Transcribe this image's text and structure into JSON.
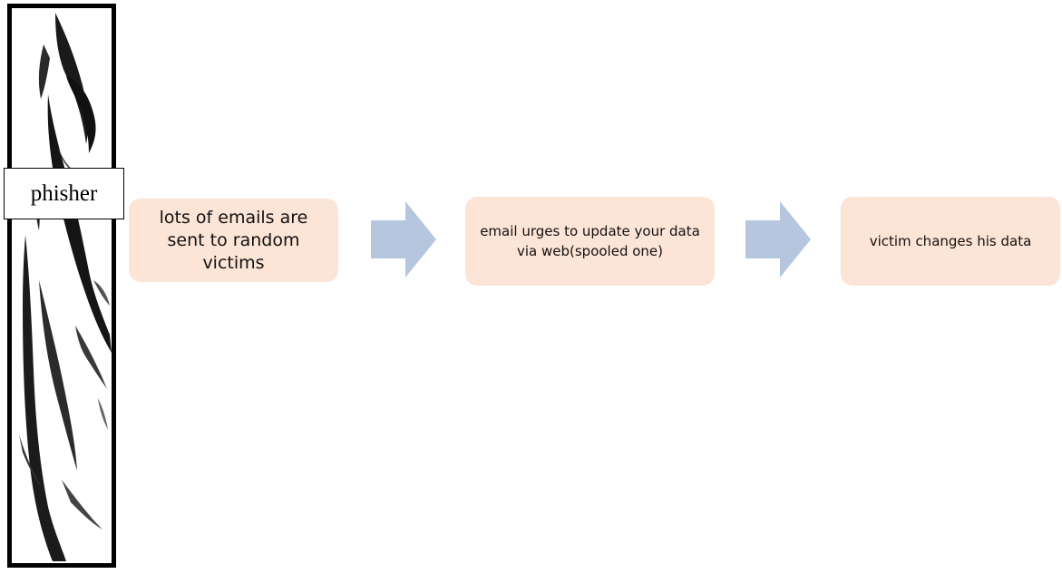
{
  "phisher": {
    "label": "phisher"
  },
  "steps": [
    {
      "text": "lots of emails are sent to random victims"
    },
    {
      "text": "email urges to update your data via web(spooled one)"
    },
    {
      "text": "victim changes his data"
    }
  ],
  "colors": {
    "step_fill": "#fce4d6",
    "arrow_fill": "#b7c6df",
    "panel_border": "#000000"
  },
  "icons": {
    "arrow": "right-arrow-icon",
    "figure": "phisher-figure"
  }
}
